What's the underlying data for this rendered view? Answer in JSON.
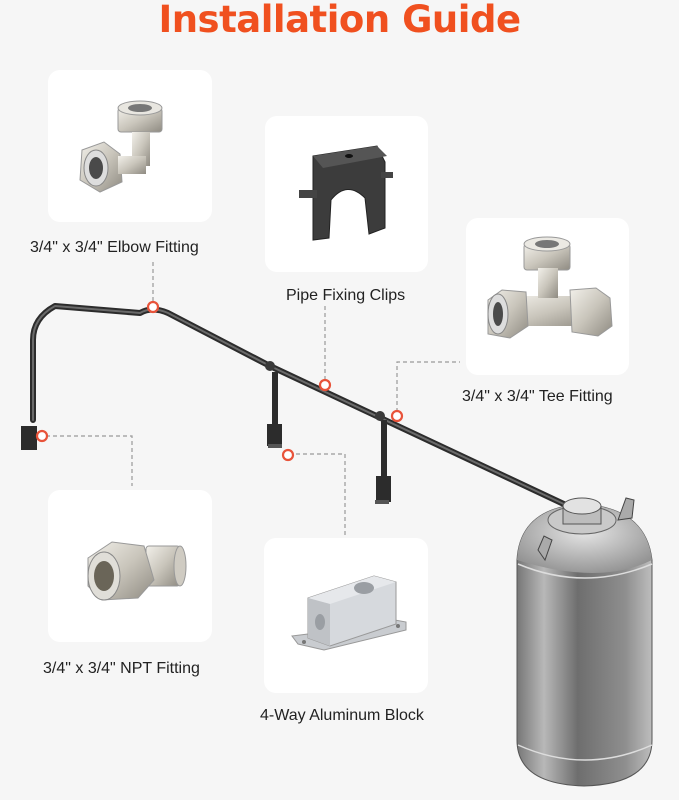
{
  "title": "Installation Guide",
  "colors": {
    "title": "#f0501f",
    "marker": "#e8533a",
    "leader_line": "#9a9a9a",
    "background": "#f6f6f6",
    "card": "#ffffff",
    "pipe": "#3a3a3a"
  },
  "parts": [
    {
      "id": "elbow",
      "label": "3/4\" x 3/4\" Elbow Fitting",
      "icon": "elbow-fitting-icon"
    },
    {
      "id": "clips",
      "label": "Pipe Fixing Clips",
      "icon": "pipe-clip-icon"
    },
    {
      "id": "tee",
      "label": "3/4\" x 3/4\" Tee Fitting",
      "icon": "tee-fitting-icon"
    },
    {
      "id": "npt",
      "label": "3/4\" x 3/4\" NPT Fitting",
      "icon": "npt-fitting-icon"
    },
    {
      "id": "block",
      "label": "4-Way Aluminum Block",
      "icon": "aluminum-block-icon"
    }
  ],
  "diagram": {
    "components": [
      "pipe-run",
      "drop-legs",
      "air-tank"
    ]
  }
}
